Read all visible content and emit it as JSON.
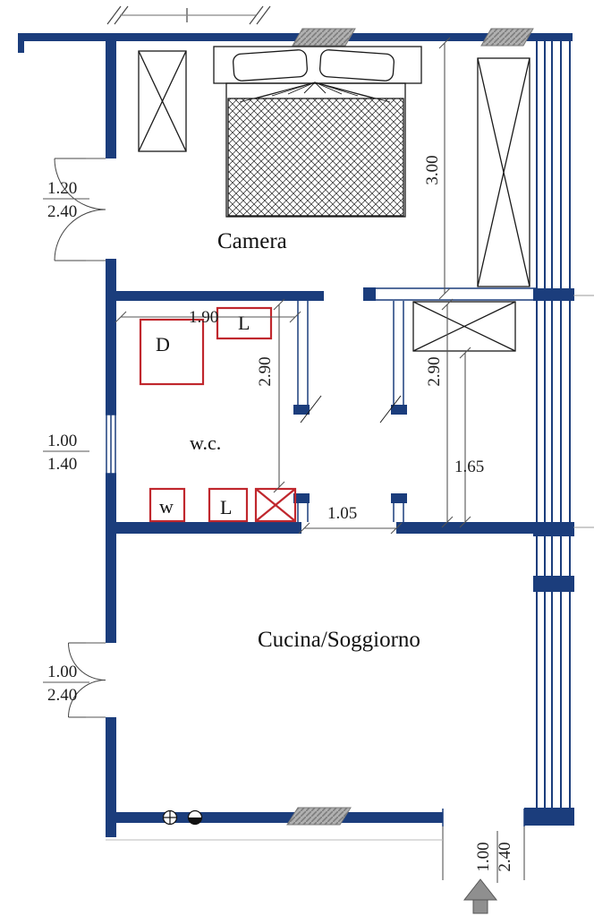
{
  "drawing": {
    "type": "apartment-floor-plan",
    "rooms": {
      "camera": "Camera",
      "wc": "w.c.",
      "cucina": "Cucina/Soggiorno"
    },
    "fixtures": {
      "shower": "D",
      "sink_top": "L",
      "washer": "w",
      "sink_bottom": "L"
    },
    "dims": {
      "camera_depth": "3.00",
      "wc_depth": "2.90",
      "hall_depth": "2.90",
      "wc_width": "1.90",
      "hall_opening": "1.05",
      "hall_width": "1.65",
      "door_left_top": {
        "num": "1.20",
        "den": "2.40"
      },
      "window_left": {
        "num": "1.00",
        "den": "1.40"
      },
      "door_left_bottom": {
        "num": "1.00",
        "den": "2.40"
      },
      "entrance_door": {
        "num": "1.00",
        "den": "2.40"
      }
    },
    "symbols": {
      "crossed_circle": "⊕",
      "half_filled_circle": "◒",
      "entrance_arrow": "up-arrow"
    },
    "colors": {
      "wall": "#1b3d7c",
      "fixture_red": "#c0272d",
      "window_hatch": "#b0b0b0",
      "dimension_line": "#555555",
      "text": "#111111"
    }
  }
}
